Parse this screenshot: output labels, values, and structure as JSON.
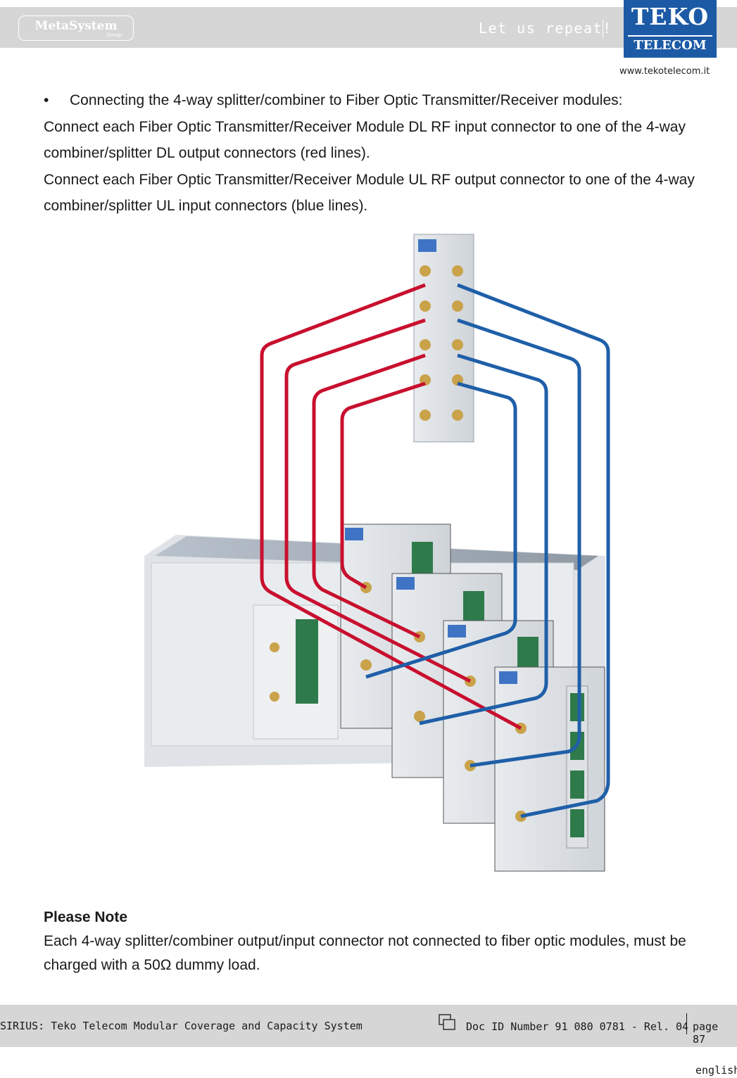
{
  "header": {
    "logo_left": "MetaSystem",
    "logo_left_sub": "Group",
    "tagline": "Let us repeat!",
    "logo_right_top": "TEKO",
    "logo_right_bottom": "TELECOM",
    "url": "www.tekotelecom.it"
  },
  "content": {
    "bullet_symbol": "•",
    "bullet": "Connecting the 4-way splitter/combiner to Fiber Optic Transmitter/Receiver modules:",
    "para1": "Connect each Fiber Optic Transmitter/Receiver Module DL RF input connector to one of the 4-way combiner/splitter DL output connectors (red lines).",
    "para2": "Connect each Fiber Optic Transmitter/Receiver Module UL RF output connector to one of the 4-way combiner/splitter UL input connectors (blue lines)."
  },
  "figure": {
    "dl_line_color": "#c8102e",
    "ul_line_color": "#1f5fa8"
  },
  "note": {
    "title": "Please Note",
    "text": "Each 4-way splitter/combiner output/input connector not connected to fiber optic modules, must be charged with a 50Ω dummy load."
  },
  "footer": {
    "left": "SIRIUS: Teko Telecom Modular Coverage and Capacity System",
    "doc": "Doc ID Number 91 080 0781 - Rel. 04",
    "page": "page 87",
    "language": "english"
  }
}
